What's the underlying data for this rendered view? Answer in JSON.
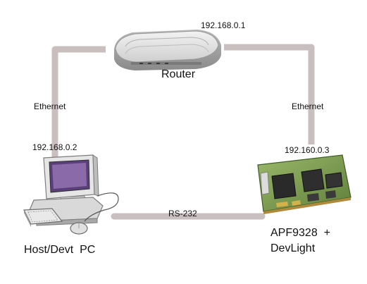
{
  "nodes": {
    "router": {
      "label": "Router",
      "ip": "192.168.0.1"
    },
    "host": {
      "label": "Host/Devt  PC",
      "ip": "192.168.0.2"
    },
    "board": {
      "label_line1": "APF9328  +",
      "label_line2": "DevLight",
      "ip": "192.160.0.3"
    }
  },
  "links": {
    "host_router": "Ethernet",
    "router_board": "Ethernet",
    "host_board": "RS-232"
  },
  "colors": {
    "wire": "#c9bfbf",
    "background": "#ffffff"
  }
}
